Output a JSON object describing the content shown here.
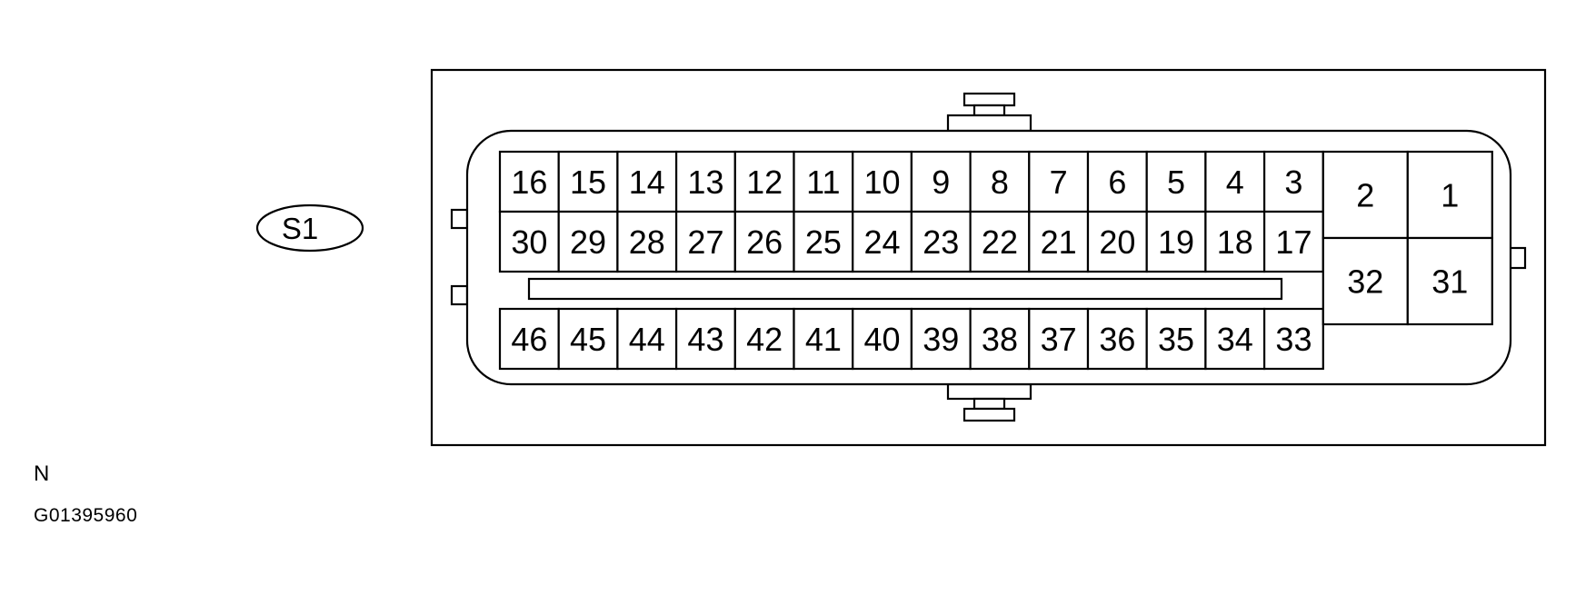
{
  "connector": {
    "label": "S1",
    "row_upper": [
      "16",
      "15",
      "14",
      "13",
      "12",
      "11",
      "10",
      "9",
      "8",
      "7",
      "6",
      "5",
      "4",
      "3"
    ],
    "row_middle": [
      "30",
      "29",
      "28",
      "27",
      "26",
      "25",
      "24",
      "23",
      "22",
      "21",
      "20",
      "19",
      "18",
      "17"
    ],
    "row_lower": [
      "46",
      "45",
      "44",
      "43",
      "42",
      "41",
      "40",
      "39",
      "38",
      "37",
      "36",
      "35",
      "34",
      "33"
    ],
    "large_top": [
      "2",
      "1"
    ],
    "large_bottom": [
      "32",
      "31"
    ]
  },
  "view_letter": "N",
  "figure_code": "G01395960"
}
